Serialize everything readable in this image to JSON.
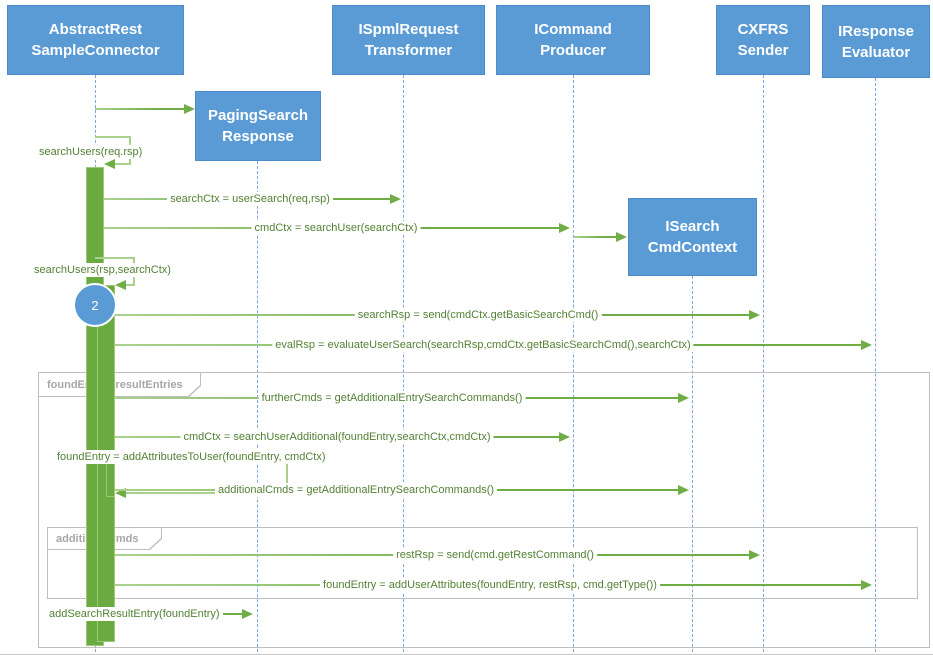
{
  "participants": [
    {
      "id": "abstract-rest-sample-connector",
      "label": "AbstractRest\nSampleConnector"
    },
    {
      "id": "ispml-request-transformer",
      "label": "ISpmlRequest\nTransformer"
    },
    {
      "id": "icommand-producer",
      "label": "ICommand\nProducer"
    },
    {
      "id": "cxfrs-sender",
      "label": "CXFRS\nSender"
    },
    {
      "id": "iresponse-evaluator",
      "label": "IResponse\nEvaluator"
    }
  ],
  "created_objects": [
    {
      "id": "paging-search-response",
      "label": "PagingSearch\nResponse"
    },
    {
      "id": "isearch-cmd-context",
      "label": "ISearch\nCmdContext"
    }
  ],
  "messages": {
    "self_search_users_req": "searchUsers(req.rsp)",
    "user_search": "searchCtx = userSearch(req,rsp)",
    "search_user": "cmdCtx = searchUser(searchCtx)",
    "self_search_users_rsp": "searchUsers(rsp,searchCtx)",
    "send_basic_search": "searchRsp = send(cmdCtx.getBasicSearchCmd()",
    "evaluate_user_search": "evalRsp = evaluateUserSearch(searchRsp,cmdCtx.getBasicSearchCmd(),searchCtx)",
    "further_cmds": "furtherCmds = getAdditionalEntrySearchCommands()",
    "search_user_additional": "cmdCtx = searchUserAdditional(foundEntry,searchCtx,cmdCtx)",
    "add_attributes_to_user": "foundEntry = addAttributesToUser(foundEntry, cmdCtx)",
    "additional_cmds": "additionalCmds = getAdditionalEntrySearchCommands()",
    "rest_send": "restRsp = send(cmd.getRestCommand()",
    "add_user_attributes": "foundEntry = addUserAttributes(foundEntry, restRsp, cmd.getType())",
    "add_search_result_entry": "addSearchResultEntry(foundEntry)"
  },
  "frames": {
    "loop_result_entries": "foundEntry : resultEntries",
    "loop_additional_cmds": "additionalCmds"
  },
  "badge": {
    "value": "2"
  },
  "colors": {
    "participant_fill": "#5B9BD5",
    "arrow_green": "#70AD47",
    "arrow_light_green": "#A9D18E",
    "label_text": "#538135",
    "frame_border": "#BFBFBF",
    "frame_label": "#A6A6A6",
    "lifeline_blue": "#7EA6E0"
  }
}
